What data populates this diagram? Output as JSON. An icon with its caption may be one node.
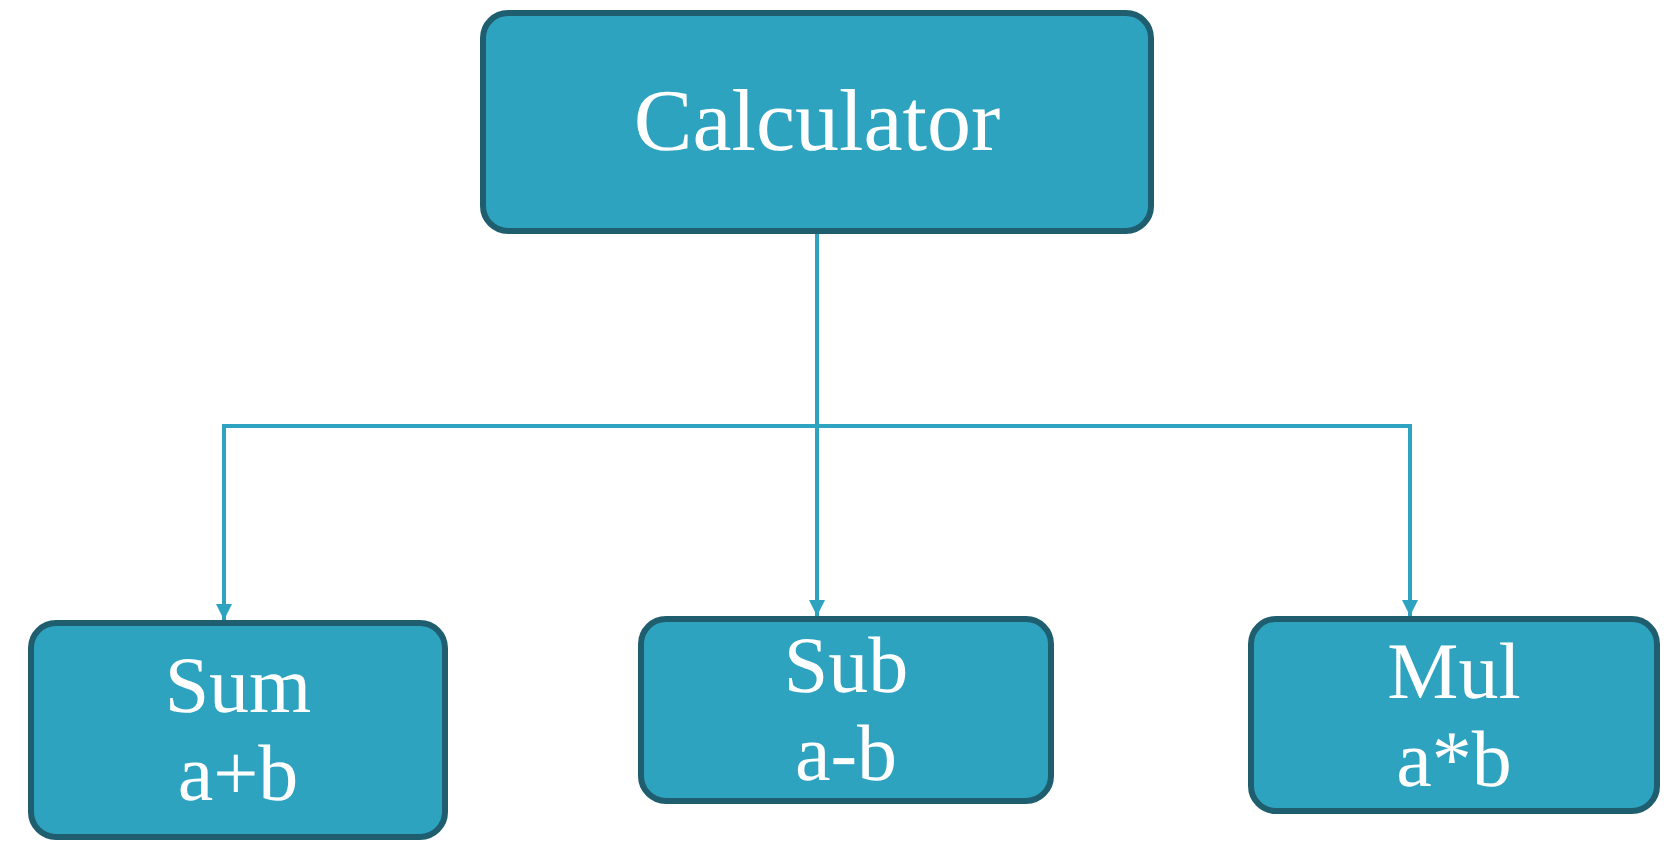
{
  "diagram": {
    "nodes": [
      {
        "text": [
          "Calculator"
        ]
      },
      {
        "text": [
          "Sum",
          "a+b"
        ]
      },
      {
        "text": [
          "Sub",
          "a-b"
        ]
      },
      {
        "text": [
          "Mul",
          "a*b"
        ]
      }
    ],
    "edges": [
      {
        "from": 0,
        "to": 1,
        "arrow": "to"
      },
      {
        "from": 0,
        "to": 2,
        "arrow": "to"
      },
      {
        "from": 0,
        "to": 3,
        "arrow": "to"
      }
    ]
  }
}
